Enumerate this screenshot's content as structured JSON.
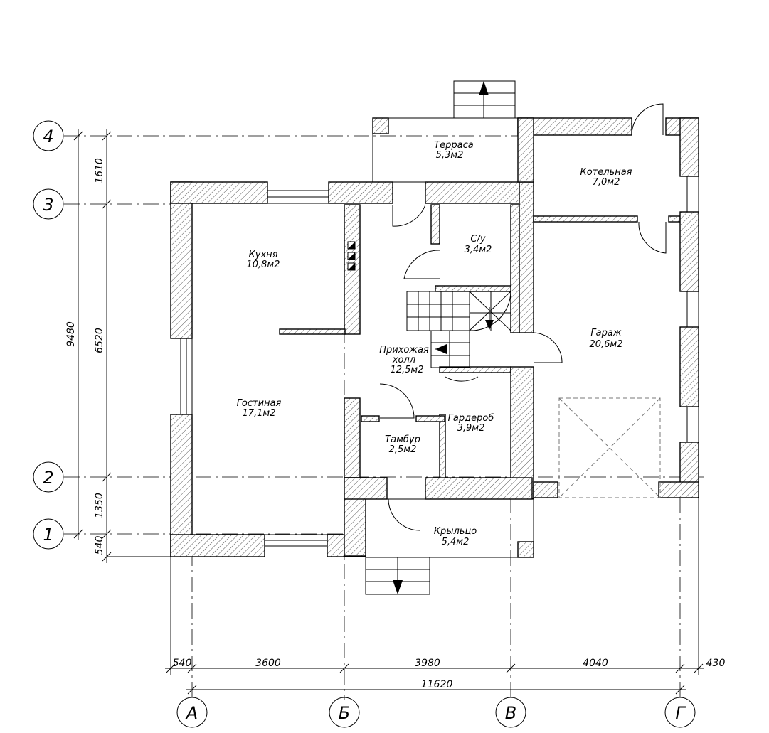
{
  "rooms": {
    "terrace": {
      "name": "Терраса",
      "area": "5,3м2"
    },
    "boiler": {
      "name": "Котельная",
      "area": "7,0м2"
    },
    "kitchen": {
      "name": "Кухня",
      "area": "10,8м2"
    },
    "bathroom": {
      "name": "С/у",
      "area": "3,4м2"
    },
    "garage": {
      "name": "Гараж",
      "area": "20,6м2"
    },
    "hall": {
      "name": "Прихожая",
      "name2": "холл",
      "area": "12,5м2"
    },
    "living": {
      "name": "Гостиная",
      "area": "17,1м2"
    },
    "wardrobe": {
      "name": "Гардероб",
      "area": "3,9м2"
    },
    "vestibule": {
      "name": "Тамбур",
      "area": "2,5м2"
    },
    "porch": {
      "name": "Крыльцо",
      "area": "5,4м2"
    }
  },
  "axes": {
    "rows": [
      "4",
      "3",
      "2",
      "1"
    ],
    "columns": [
      "А",
      "Б",
      "В",
      "Г"
    ]
  },
  "dimensions": {
    "vertical": {
      "d1": "1610",
      "d2": "6520",
      "d3": "1350",
      "d4": "540",
      "total": "9480"
    },
    "horizontal": {
      "d1": "540",
      "d2": "3600",
      "d3": "3980",
      "d4": "4040",
      "d5": "430",
      "total": "11620"
    }
  }
}
